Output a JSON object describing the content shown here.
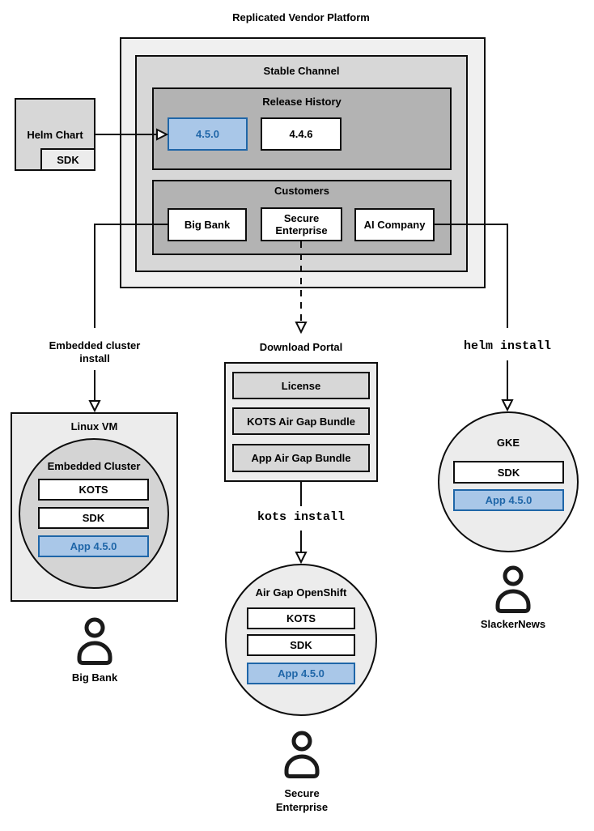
{
  "title": "Replicated Vendor Platform",
  "platform": {
    "stable_channel_label": "Stable Channel",
    "release_history_label": "Release History",
    "releases": [
      "4.5.0",
      "4.4.6"
    ],
    "highlighted_release": "4.5.0",
    "customers_label": "Customers",
    "customers": [
      "Big Bank",
      "Secure Enterprise",
      "AI Company"
    ]
  },
  "helm_chart": {
    "label": "Helm Chart",
    "sdk_label": "SDK"
  },
  "left_flow": {
    "install_method": "Embedded cluster install",
    "vm_label": "Linux VM",
    "cluster_label": "Embedded Cluster",
    "components": [
      "KOTS",
      "SDK",
      "App 4.5.0"
    ],
    "user": "Big Bank"
  },
  "center_flow": {
    "portal_label": "Download Portal",
    "portal_items": [
      "License",
      "KOTS Air Gap Bundle",
      "App Air Gap Bundle"
    ],
    "install_command": "kots install",
    "cluster_label": "Air Gap OpenShift",
    "components": [
      "KOTS",
      "SDK",
      "App 4.5.0"
    ],
    "user": "Secure Enterprise"
  },
  "right_flow": {
    "install_command": "helm install",
    "cluster_label": "GKE",
    "components": [
      "SDK",
      "App 4.5.0"
    ],
    "user": "SlackerNews"
  },
  "icons": {
    "user": "person-icon"
  },
  "colors": {
    "highlight_fill": "#a9c7e8",
    "highlight_border": "#1f66a8",
    "highlight_text": "#1f66a8",
    "container_lightest": "#f0f0f0",
    "container_light": "#ececec",
    "container_mid": "#d7d7d7",
    "container_dark": "#b3b3b3",
    "line": "#0d0d0d"
  }
}
